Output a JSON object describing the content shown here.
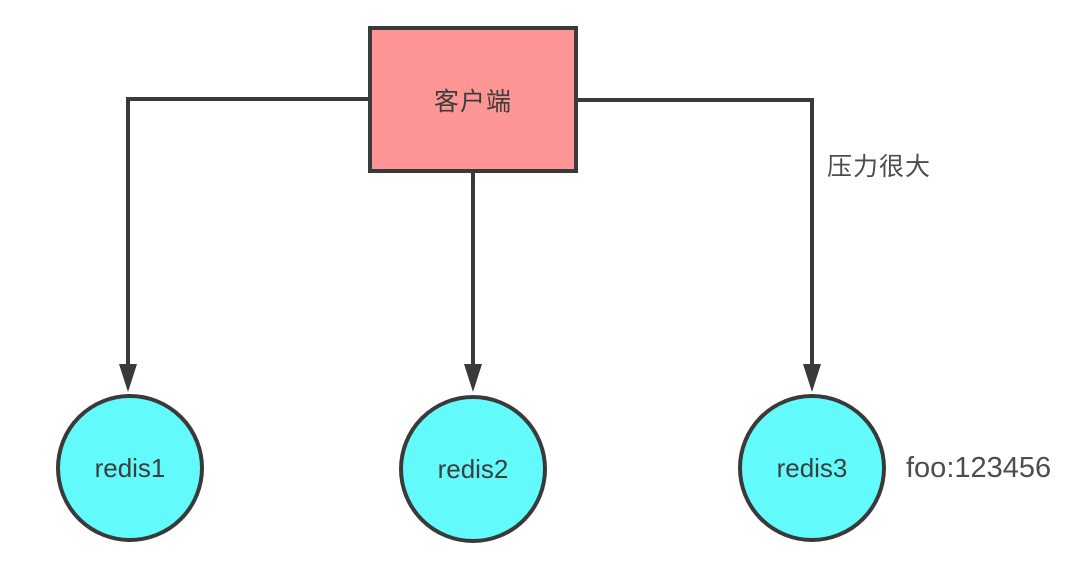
{
  "diagram": {
    "client": {
      "label": "客户端"
    },
    "nodes": [
      {
        "label": "redis1"
      },
      {
        "label": "redis2"
      },
      {
        "label": "redis3"
      }
    ],
    "annotations": {
      "pressure": "压力很大",
      "foo": "foo:123456"
    }
  },
  "colors": {
    "stroke": "#3a3a3a",
    "client_fill": "#fc9593",
    "node_fill": "#63fafb",
    "text": "#3d3d3d",
    "annotation": "#4d4d4d"
  }
}
